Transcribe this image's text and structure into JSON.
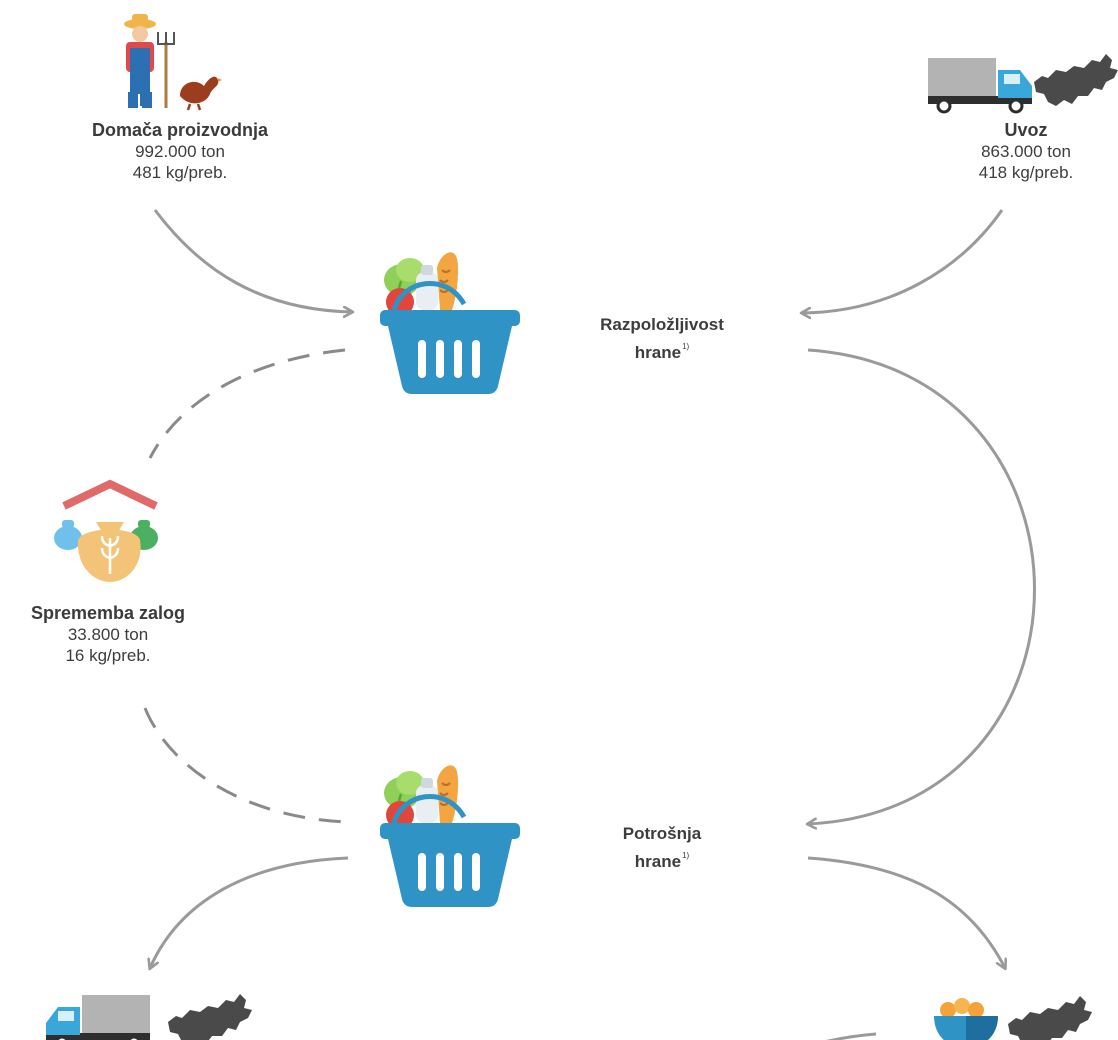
{
  "sources": {
    "domestic": {
      "title": "Domača proizvodnja",
      "tons": "992.000 ton",
      "per_capita": "481 kg/preb."
    },
    "imports": {
      "title": "Uvoz",
      "tons": "863.000 ton",
      "per_capita": "418 kg/preb."
    },
    "stock_change": {
      "title": "Sprememba zalog",
      "tons": "33.800 ton",
      "per_capita": "16 kg/preb."
    }
  },
  "stages": {
    "availability": {
      "line1": "Razpoložljivost",
      "line2": "hrane",
      "footnote": "1)"
    },
    "consumption": {
      "line1": "Potrošnja",
      "line2": "hrane",
      "footnote": "1)"
    }
  },
  "icons": {
    "farmer": "farmer-icon",
    "hen": "hen-icon",
    "truck": "truck-icon",
    "slovenia_map": "slovenia-map-icon",
    "basket": "food-basket-icon",
    "storage": "storage-sacks-icon",
    "bowl": "food-bowl-icon"
  },
  "colors": {
    "arrow": "#9a9a9a",
    "dashed": "#8a8a8a",
    "basket": "#2f93c6",
    "map": "#4a4a4a",
    "truck_cab": "#3aa7da",
    "roof": "#e06a6a"
  }
}
